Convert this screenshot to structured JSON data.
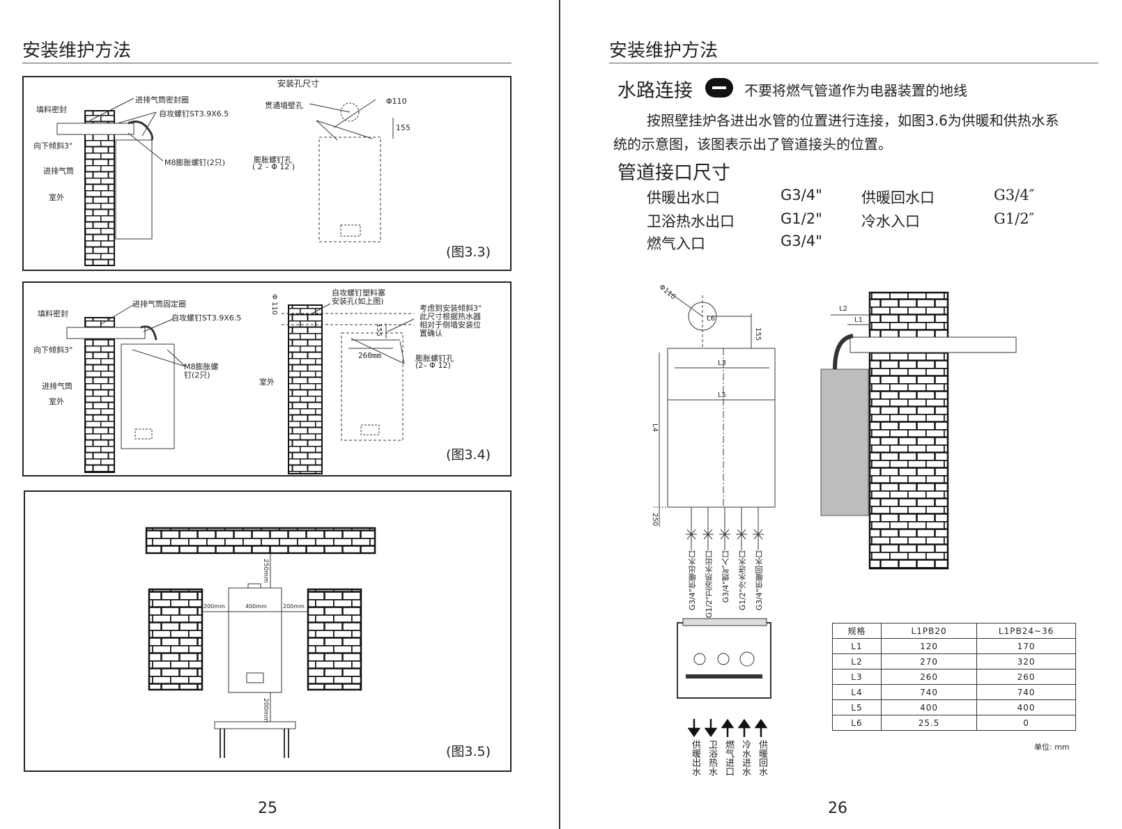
{
  "left_page": {
    "header": "安装维护方法",
    "page_number": "25",
    "fig33": {
      "caption": "(图3.3)",
      "title": "安装孔尺寸",
      "labels": {
        "fill_seal": "填料密封",
        "flue_seal_ring": "进排气筒密封圈",
        "screw": "自攻螺钉ST3.9X6.5",
        "tilt": "向下倾斜3°",
        "flue_pipe": "进排气筒",
        "outdoor": "室外",
        "m8": "M8膨胀螺钉(2只)",
        "through_hole": "贯通墙壁孔",
        "phi110": "Φ110",
        "dim155": "155",
        "anchor_hole": "膨胀螺钉孔",
        "anchor_spec": "( 2 – Φ 12 )"
      }
    },
    "fig34": {
      "caption": "(图3.4)",
      "labels": {
        "fill_seal": "填料密封",
        "flue_fix_ring": "进排气筒固定圈",
        "screw": "自攻螺钉ST3.9X6.5",
        "tilt": "向下倾斜3°",
        "m8_a": "M8膨胀螺",
        "m8_b": "钉(2只)",
        "flue_pipe": "进排气筒",
        "outdoor": "室外",
        "outdoor2": "室外",
        "plug_a": "自攻螺钉塑料塞",
        "plug_b": "安装孔(如上图)",
        "phi110": "Φ 110",
        "dim155": "155",
        "dim260": "260mm",
        "note_1": "考虑到安装倾斜3°",
        "note_2": "此尺寸根据热水器",
        "note_3": "相对于侧墙安装位",
        "note_4": "置确认",
        "anchor_hole": "膨胀螺钉孔",
        "anchor_spec": "(2– Φ 12)"
      }
    },
    "fig35": {
      "caption": "(图3.5)",
      "labels": {
        "top": "250mm",
        "left": "200mm",
        "width": "400mm",
        "right": "200mm",
        "bottom": "200mm"
      }
    }
  },
  "right_page": {
    "header": "安装维护方法",
    "page_number": "26",
    "section1": "水路连接",
    "warning": "不要将燃气管道作为电器装置的地线",
    "para1": "按照壁挂炉各进出水管的位置进行连接，如图3.6为供暖和供热水系",
    "para2": "统的示意图，该图表示出了管道接头的位置。",
    "section2": "管道接口尺寸",
    "specs": [
      {
        "name": "供暖出水口",
        "value": "G3/4\""
      },
      {
        "name": "供暖回水口",
        "value": "G3/4″"
      },
      {
        "name": "卫浴热水出口",
        "value": "G1/2\""
      },
      {
        "name": "冷水入口",
        "value": "G1/2″"
      },
      {
        "name": "燃气入口",
        "value": "G3/4\""
      }
    ],
    "fig36": {
      "phi110": "Φ110",
      "L1": "L1",
      "L2": "L2",
      "L3": "L3",
      "L4": "L4",
      "L5": "L5",
      "L6": "L6",
      "dim155": "155",
      "dim250": "250",
      "pipe_labels": [
        "G3/4\"供暖出水口",
        "G1/2\"卫浴热水出口",
        "G3/4\"燃气入口",
        "G1/2\"冷水进水口",
        "G3/4\"供暖回水口"
      ],
      "arrow_labels": [
        "供暖出水",
        "卫浴热水",
        "燃气进口",
        "冷水进水",
        "供暖回水"
      ]
    },
    "spec_table": {
      "headers": [
        "规格",
        "L1PB20",
        "L1PB24~36"
      ],
      "rows": [
        [
          "L1",
          "120",
          "170"
        ],
        [
          "L2",
          "270",
          "320"
        ],
        [
          "L3",
          "260",
          "260"
        ],
        [
          "L4",
          "740",
          "740"
        ],
        [
          "L5",
          "400",
          "400"
        ],
        [
          "L6",
          "25.5",
          "0"
        ]
      ],
      "unit": "单位: mm"
    }
  }
}
